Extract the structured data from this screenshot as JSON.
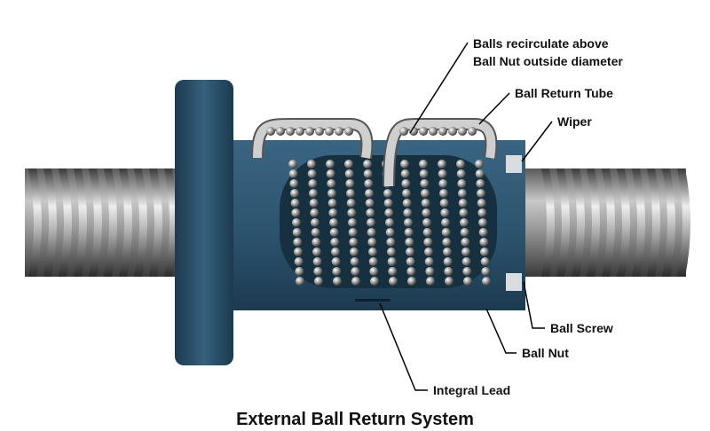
{
  "title": "External Ball Return System",
  "labels": {
    "balls_recirculate_line1": "Balls recirculate above",
    "balls_recirculate_line2": "Ball Nut outside diameter",
    "ball_return_tube": "Ball Return Tube",
    "wiper": "Wiper",
    "ball_screw": "Ball Screw",
    "ball_nut": "Ball Nut",
    "integral_lead": "Integral Lead"
  },
  "colors": {
    "nut_blue": "#2e5570",
    "nut_dark": "#1c3a50",
    "screw_gray": "#8a8a8a",
    "wiper": "#d9dde0"
  }
}
